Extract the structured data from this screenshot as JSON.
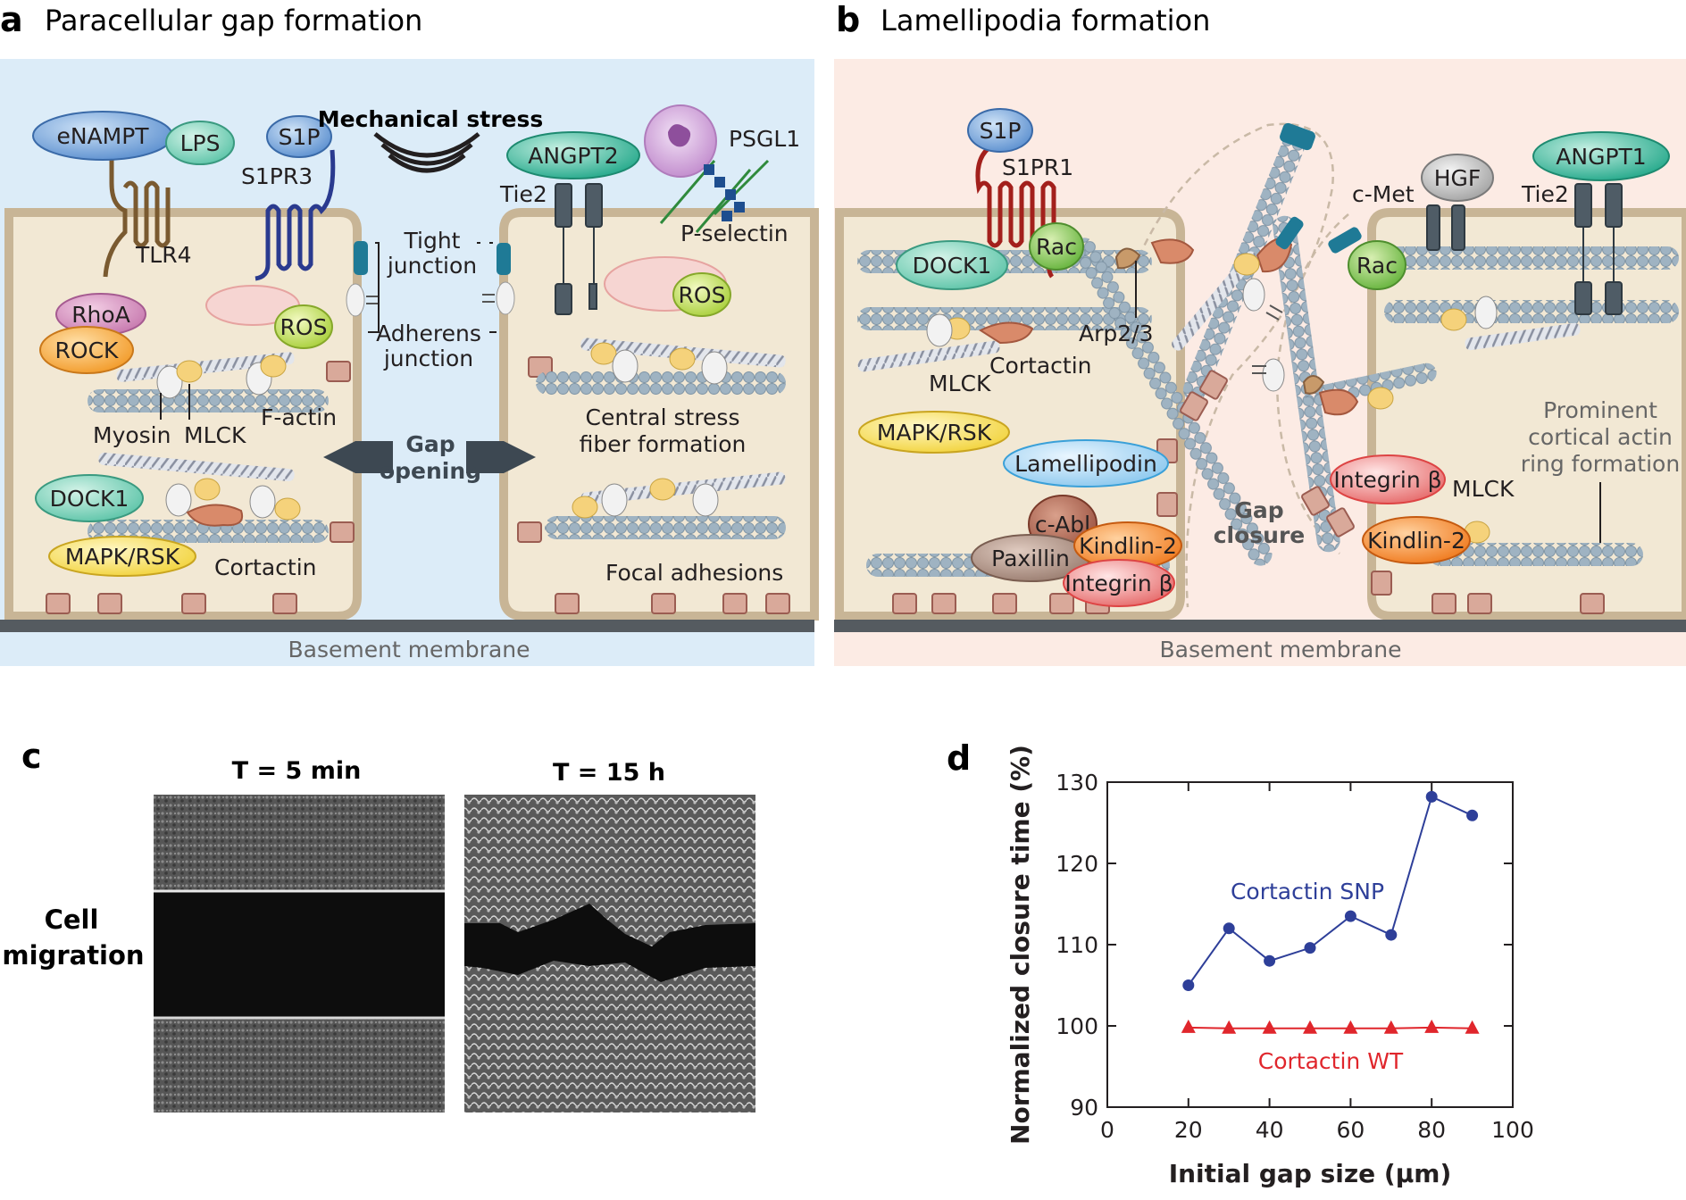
{
  "panels": {
    "a": {
      "letter": "a",
      "title": "Paracellular gap formation"
    },
    "b": {
      "letter": "b",
      "title": "Lamellipodia formation"
    },
    "c": {
      "letter": "c"
    },
    "d": {
      "letter": "d"
    }
  },
  "panel_a": {
    "pills": {
      "enampt": "eNAMPT",
      "lps": "LPS",
      "s1p": "S1P",
      "angpt2": "ANGPT2",
      "rhoa": "RhoA",
      "rock": "ROCK",
      "ros1": "ROS",
      "ros2": "ROS",
      "dock1": "DOCK1",
      "mapk": "MAPK/RSK"
    },
    "labels": {
      "mechanical_stress": "Mechanical stress",
      "tlr4": "TLR4",
      "s1pr3": "S1PR3",
      "tie2": "Tie2",
      "psgl1": "PSGL1",
      "p_selectin": "P-selectin",
      "tight_1": "Tight",
      "tight_2": "junction",
      "adherens_1": "Adherens",
      "adherens_2": "junction",
      "myosin": "Myosin",
      "mlck": "MLCK",
      "factin": "F-actin",
      "gap_1": "Gap",
      "gap_2": "opening",
      "central_1": "Central stress",
      "central_2": "fiber formation",
      "cortactin": "Cortactin",
      "focal": "Focal adhesions",
      "basement": "Basement membrane"
    }
  },
  "panel_b": {
    "pills": {
      "s1p": "S1P",
      "rac1": "Rac",
      "dock1": "DOCK1",
      "hgf": "HGF",
      "angpt1": "ANGPT1",
      "rac2": "Rac",
      "mapk": "MAPK/RSK",
      "lamellipodin": "Lamellipodin",
      "cabl": "c-Abl",
      "paxillin": "Paxillin",
      "kindlin1": "Kindlin-2",
      "integrin1": "Integrin β",
      "integrin2": "Integrin β",
      "kindlin2": "Kindlin-2"
    },
    "labels": {
      "s1pr1": "S1PR1",
      "cmet": "c-Met",
      "tie2": "Tie2",
      "arp": "Arp2/3",
      "mlck1": "MLCK",
      "cortactin": "Cortactin",
      "gap_1": "Gap",
      "gap_2": "closure",
      "prom_1": "Prominent",
      "prom_2": "cortical actin",
      "prom_3": "ring formation",
      "mlck2": "MLCK",
      "basement": "Basement membrane"
    }
  },
  "panel_c": {
    "t1": "T = 5 min",
    "t2": "T = 15 h",
    "row_1": "Cell",
    "row_2": "migration"
  },
  "chart_data": {
    "type": "line",
    "xlabel": "Initial gap size (μm)",
    "ylabel": "Normalized closure time (%)",
    "xlim": [
      0,
      100
    ],
    "ylim": [
      90,
      130
    ],
    "xticks": [
      0,
      20,
      40,
      60,
      80,
      100
    ],
    "yticks": [
      90,
      100,
      110,
      120,
      130
    ],
    "grid": false,
    "series": [
      {
        "name": "Cortactin SNP",
        "color": "#2e3f99",
        "marker": "circle",
        "x": [
          20,
          30,
          40,
          50,
          60,
          70,
          80,
          90
        ],
        "y": [
          105,
          112,
          108,
          109.6,
          113.5,
          111.2,
          128.2,
          125.9
        ]
      },
      {
        "name": "Cortactin WT",
        "color": "#e0262c",
        "marker": "triangle",
        "x": [
          20,
          30,
          40,
          50,
          60,
          70,
          80,
          90
        ],
        "y": [
          99.8,
          99.7,
          99.7,
          99.7,
          99.7,
          99.7,
          99.8,
          99.7
        ]
      }
    ]
  },
  "colors": {
    "panel_a_bg": "#dcecf8",
    "panel_b_bg": "#fcebe4",
    "cell": "#f2e8d4",
    "actin": "#9fb3c2",
    "snp": "#2e3f99",
    "wt": "#e0262c"
  }
}
